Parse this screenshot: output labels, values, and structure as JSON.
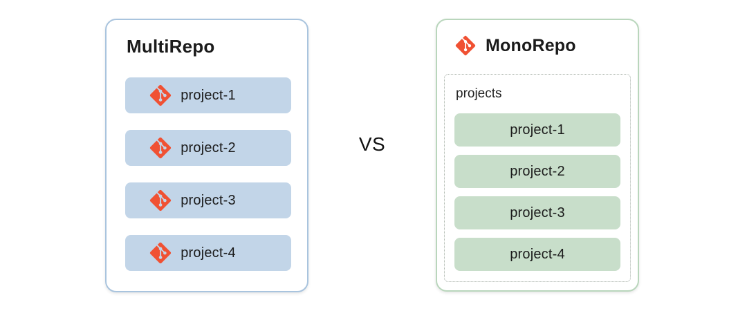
{
  "vs_label": "VS",
  "multirepo": {
    "title": "MultiRepo",
    "projects": [
      "project-1",
      "project-2",
      "project-3",
      "project-4"
    ]
  },
  "monorepo": {
    "title": "MonoRepo",
    "group_label": "projects",
    "projects": [
      "project-1",
      "project-2",
      "project-3",
      "project-4"
    ]
  },
  "icons": {
    "repo": "git-icon"
  },
  "colors": {
    "git_orange": "#f05133",
    "multi_border": "#a9c4de",
    "multi_fill": "#c2d5e8",
    "mono_border": "#b9d6bc",
    "mono_fill": "#c8deca",
    "dashed_border": "#a9b2aa",
    "text_dark": "#1b1b1b"
  }
}
